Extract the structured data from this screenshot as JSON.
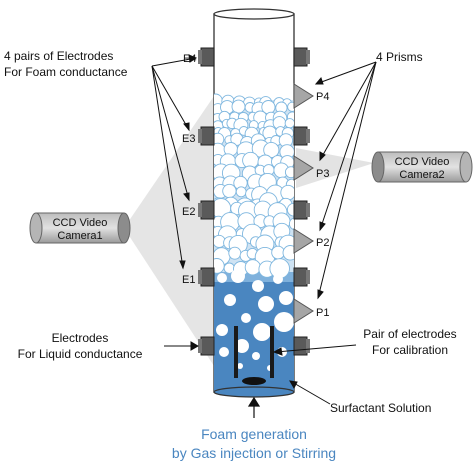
{
  "labels": {
    "electrodes_foam_line1": "4 pairs of Electrodes",
    "electrodes_foam_line2": "For Foam conductance",
    "prisms": "4 Prisms",
    "camera1_line1": "CCD Video",
    "camera1_line2": "Camera1",
    "camera2_line1": "CCD Video",
    "camera2_line2": "Camera2",
    "electrodes_liquid_line1": "Electrodes",
    "electrodes_liquid_line2": "For Liquid conductance",
    "calibration_line1": "Pair of electrodes",
    "calibration_line2": "For calibration",
    "surfactant": "Surfactant Solution",
    "foam_gen_line1": "Foam generation",
    "foam_gen_line2": "by Gas injection or Stirring"
  },
  "electrode_labels": [
    "E4",
    "E3",
    "E2",
    "E1"
  ],
  "prism_labels": [
    "P4",
    "P3",
    "P2",
    "P1"
  ],
  "colors": {
    "liquid": "#4a86c0",
    "liquid_light": "#7fb1dc",
    "foam_line": "#7fb7df",
    "electrode": "#5a5a5a",
    "prism": "#a6a6a6",
    "camera": "#8c8c8c",
    "beam": "#dcdcdc",
    "foam_gen_text": "#4a86c0"
  }
}
